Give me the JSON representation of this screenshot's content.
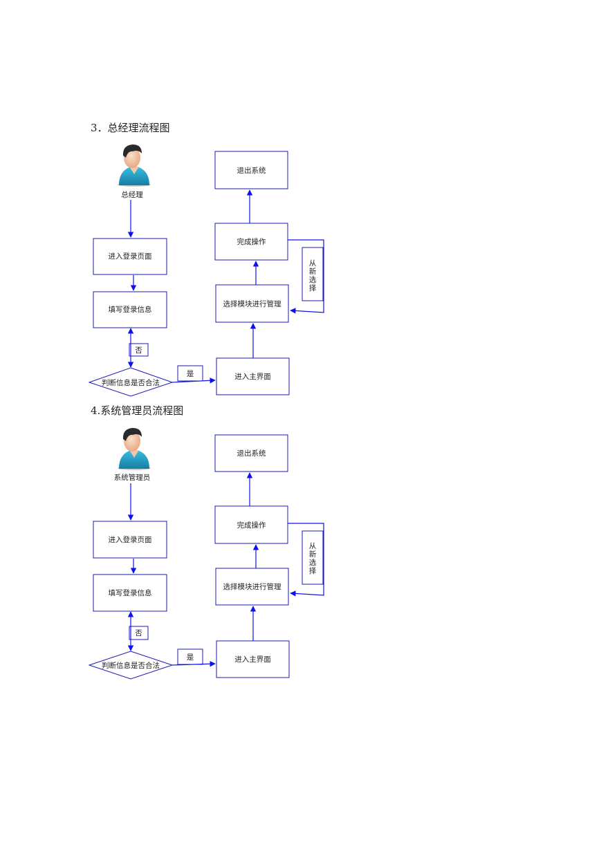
{
  "sections": [
    {
      "heading": "3．总经理流程图",
      "actor_label": "总经理",
      "login_page": "进入登录页面",
      "fill_info": "填写登录信息",
      "decision": "判断信息是否合法",
      "no_label": "否",
      "yes_label": "是",
      "main_page": "进入主界面",
      "select_module": "选择模块进行管理",
      "complete": "完成操作",
      "exit": "退出系统",
      "reselect": [
        "从",
        "新",
        "选",
        "择"
      ]
    },
    {
      "heading": "4.系统管理员流程图",
      "actor_label": "系统管理员",
      "login_page": "进入登录页面",
      "fill_info": "填写登录信息",
      "decision": "判断信息是否合法",
      "no_label": "否",
      "yes_label": "是",
      "main_page": "进入主界面",
      "select_module": "选择模块进行管理",
      "complete": "完成操作",
      "exit": "退出系统",
      "reselect": [
        "从",
        "新",
        "选",
        "择"
      ]
    }
  ],
  "colors": {
    "box_border": "#1a1ab8",
    "connector": "#1010e8",
    "avatar_shirt": "#1fa3c9",
    "avatar_skin": "#f2c7a8",
    "avatar_hair": "#2a2a2a"
  }
}
